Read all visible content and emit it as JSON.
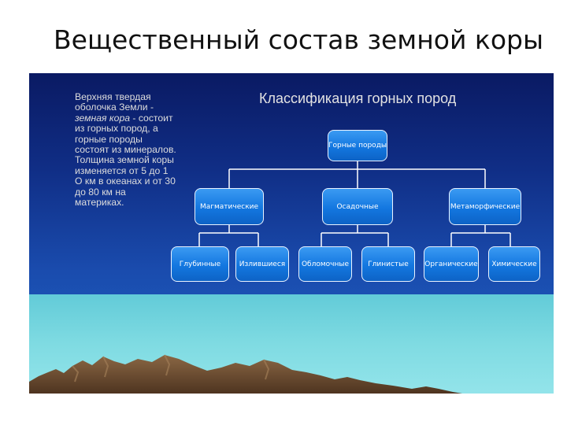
{
  "slide": {
    "title": "Вещественный состав земной коры"
  },
  "intro": {
    "before": "Верхняя твердая оболочка Земли - ",
    "emphasis": "земная кора",
    "after": " - состоит из горных пород, а горные породы состоят из минералов. Толщина земной коры изменяется от 5 до 1 О км в океанах и от 30 до 80 км на материках."
  },
  "diagram": {
    "title": "Классификация горных пород",
    "root": "Горные породы",
    "categories": [
      {
        "label": "Магматические",
        "children": [
          "Глубинные",
          "Излившиеся"
        ]
      },
      {
        "label": "Осадочные",
        "children": [
          "Обломочные",
          "Глинистые"
        ]
      },
      {
        "label": "Метаморфические",
        "children": [
          "Органические",
          "Химические"
        ]
      }
    ]
  },
  "colors": {
    "sky_top": "#0a1a63",
    "sky_bottom": "#1f64c6",
    "sea": "#6fd2dc",
    "node_fill": "#1377e0",
    "mountains": "#6b4b2f"
  }
}
